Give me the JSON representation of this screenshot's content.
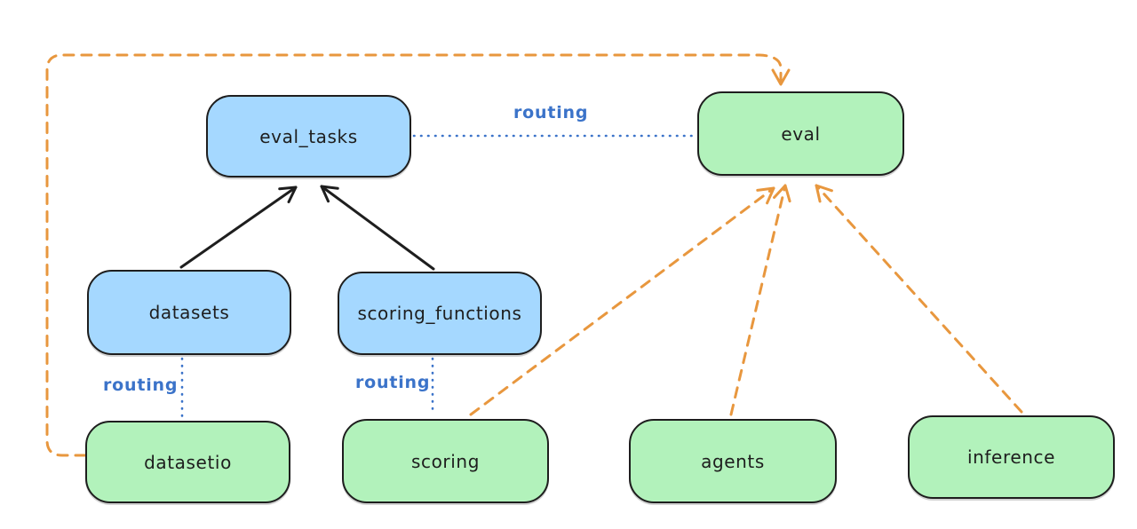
{
  "diagram": {
    "nodes": {
      "eval_tasks": {
        "label": "eval_tasks",
        "kind": "api"
      },
      "eval": {
        "label": "eval",
        "kind": "provider"
      },
      "datasets": {
        "label": "datasets",
        "kind": "api"
      },
      "scoring_functions": {
        "label": "scoring_functions",
        "kind": "api"
      },
      "datasetio": {
        "label": "datasetio",
        "kind": "provider"
      },
      "scoring": {
        "label": "scoring",
        "kind": "provider"
      },
      "agents": {
        "label": "agents",
        "kind": "provider"
      },
      "inference": {
        "label": "inference",
        "kind": "provider"
      }
    },
    "edge_labels": {
      "routing_eval_tasks_eval": "routing",
      "routing_datasets_datasetio": "routing",
      "routing_scoring_functions_scoring": "routing"
    },
    "colors": {
      "api_fill": "#a5d8ff",
      "provider_fill": "#b2f2bb",
      "stroke": "#1e1e1e",
      "routing_line": "#3b73c9",
      "dependency_line": "#e8973e",
      "background": "#ffffff"
    }
  }
}
